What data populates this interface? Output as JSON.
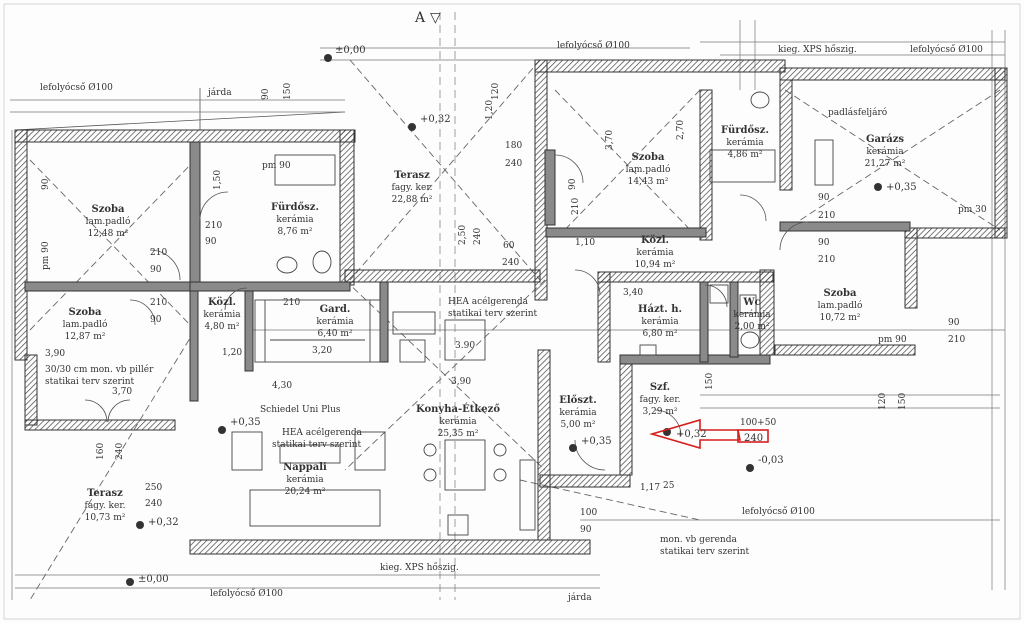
{
  "rooms": [
    {
      "name": "Szoba",
      "sub": "lam.padló",
      "area": "12,48 m²"
    },
    {
      "name": "Fürdősz.",
      "sub": "kerámia",
      "area": "8,76 m²"
    },
    {
      "name": "Terasz",
      "sub": "fagy. ker.",
      "area": "22,88 m²"
    },
    {
      "name": "Szoba",
      "sub": "lam.padló",
      "area": "14,43 m²"
    },
    {
      "name": "Fürdősz.",
      "sub": "kerámia",
      "area": "4,86 m²"
    },
    {
      "name": "Garázs",
      "sub": "kerámia",
      "area": "21,27 m²"
    },
    {
      "name": "Közl.",
      "sub": "kerámia",
      "area": "10,94 m²"
    },
    {
      "name": "Szoba",
      "sub": "lam.padló",
      "area": "12,87 m²"
    },
    {
      "name": "Közl.",
      "sub": "kerámia",
      "area": "4,80 m²"
    },
    {
      "name": "Gard.",
      "sub": "kerámia",
      "area": "6,40 m²"
    },
    {
      "name": "Házt. h.",
      "sub": "kerámia",
      "area": "6,80 m²"
    },
    {
      "name": "Wc",
      "sub": "kerámia",
      "area": "2,00 m²"
    },
    {
      "name": "Szoba",
      "sub": "lam.padló",
      "area": "10,72 m²"
    },
    {
      "name": "Előszt.",
      "sub": "kerámia",
      "area": "5,00 m²"
    },
    {
      "name": "Szf.",
      "sub": "fagy. ker.",
      "area": "3,29 m²"
    },
    {
      "name": "Konyha-Étkező",
      "sub": "kerámia",
      "area": "25,35 m²"
    },
    {
      "name": "Nappali",
      "sub": "kerámia",
      "area": "20,24 m²"
    },
    {
      "name": "Terasz",
      "sub": "fagy. ker.",
      "area": "10,73 m²"
    }
  ],
  "labels": {
    "drain_a": "lefolyócső Ø100",
    "drain_b": "lefolyócső Ø100",
    "drain_c": "lefolyócső Ø100",
    "drain_d": "lefolyócső Ø100",
    "drain_e": "lefolyócső Ø100",
    "jarda_top": "járda",
    "jarda_bottom": "járda",
    "xps_top": "kieg. XPS hőszig.",
    "xps_bottom": "kieg. XPS hőszig.",
    "attic": "padlásfeljáró",
    "hea_1a": "HEA acélgerenda",
    "hea_1b": "statikai terv szerint",
    "hea_2a": "HEA acélgerenda",
    "hea_2b": "statikai terv szerint",
    "pillar_a": "30/30 cm mon. vb pillér",
    "pillar_b": "statikai terv szerint",
    "schiedel": "Schiedel Uni Plus",
    "beam_a": "mon. vb gerenda",
    "beam_b": "statikai terv szerint",
    "red_dims_a": "100+50",
    "red_dims_b": "240",
    "chimney": "3.90"
  },
  "levels": [
    "±0,00",
    "+0,32",
    "+0,35",
    "+0,35",
    "+0,35",
    "+0,32",
    "-0,03",
    "±0,00",
    "+0,32"
  ],
  "dims": [
    "90",
    "150",
    "1,50",
    "pm 90",
    "90",
    "210",
    "90",
    "210",
    "90",
    "210",
    "90",
    "210",
    "pm 90",
    "120",
    "1,20",
    "180",
    "240",
    "3,70",
    "2,70",
    "90",
    "210",
    "240",
    "60",
    "2,50",
    "240",
    "1,10",
    "3,40",
    "90",
    "210",
    "90",
    "210",
    "3,90",
    "1,20",
    "3,20",
    "4,30",
    "3,90",
    "3,70",
    "160",
    "240",
    "250",
    "240",
    "150",
    "1,17",
    "25",
    "100",
    "90",
    "120",
    "150",
    "pm 90",
    "pm 30",
    "90",
    "210"
  ],
  "colors": {
    "wall": "#8a8a8a",
    "line": "#555555",
    "annotation": "#d61f1f"
  }
}
